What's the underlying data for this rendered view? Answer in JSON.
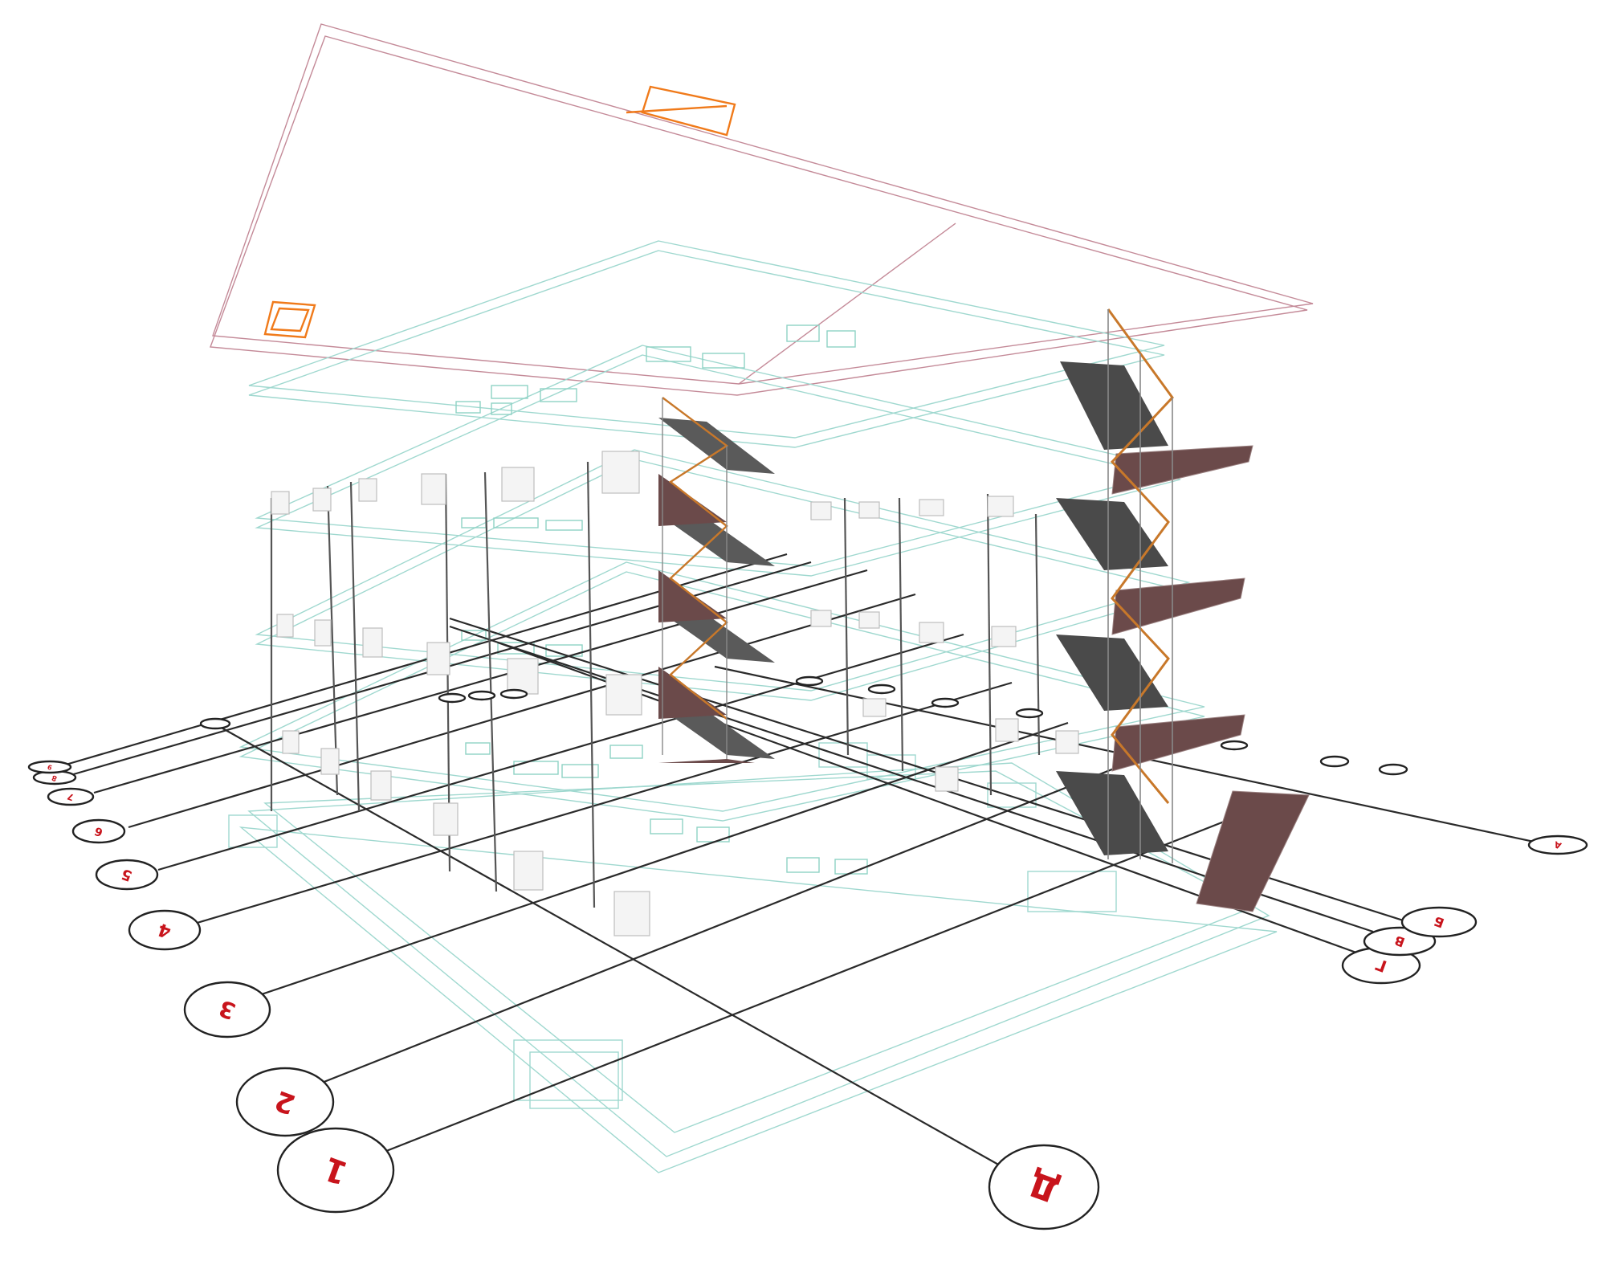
{
  "drawing": {
    "axis_labels_numeric": [
      "1",
      "2",
      "3",
      "4",
      "5",
      "6",
      "7",
      "8",
      "9"
    ],
    "axis_labels_letter": [
      "Д",
      "Г",
      "В",
      "Б",
      "А"
    ],
    "colors": {
      "bubble_text": "#c8141c",
      "grid_line": "#2a2a2a",
      "slab_outline": "#9fd8cf",
      "roof_outline": "#c48a98",
      "skylight": "#f07a1a",
      "stair_steps": "#6b4a4a",
      "stair_handrail": "#c8782a",
      "stair_landing": "#4a4a4a"
    }
  }
}
